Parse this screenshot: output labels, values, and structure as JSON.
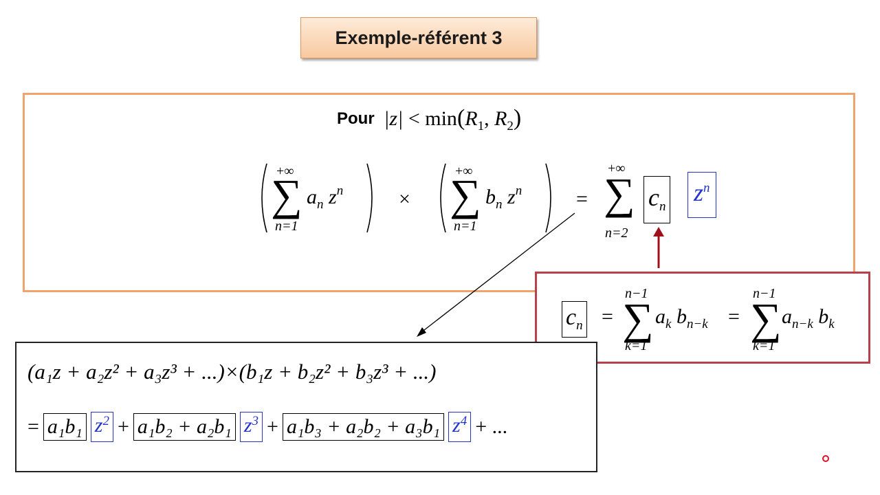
{
  "title": "Exemple-référent 3",
  "condition": {
    "word": "Pour",
    "abs_z": "|z|",
    "lt": "<",
    "min": "min",
    "r1": "R",
    "r1_sub": "1",
    "comma": ",",
    "r2": "R",
    "r2_sub": "2"
  },
  "main_equation": {
    "sum_upper": "+∞",
    "sum1_lower": "n=1",
    "sum2_lower": "n=1",
    "sum3_lower": "n=2",
    "a": "a",
    "b": "b",
    "n": "n",
    "z": "z",
    "times": "×",
    "equals": "=",
    "c": "c",
    "sigma": "∑"
  },
  "cn_formula": {
    "upper": "n−1",
    "lower": "k=1",
    "c": "c",
    "n": "n",
    "a": "a",
    "b": "b",
    "k": "k",
    "nk": "n−k",
    "equals": "=",
    "sigma": "∑"
  },
  "expansion": {
    "line1": "(a₁z + a₂z² + a₃z³ + ...)×(b₁z + b₂z² + b₃z³ + ...)",
    "eq": "=",
    "term1": "a₁b₁",
    "z2": "z",
    "z2_exp": "2",
    "plus": "+",
    "term2": "a₁b₂ + a₂b₁",
    "z3": "z",
    "z3_exp": "3",
    "term3": "a₁b₃ + a₂b₂ + a₃b₁",
    "z4": "z",
    "z4_exp": "4",
    "tail": "+ ..."
  },
  "colors": {
    "title_border": "#e0945a",
    "main_border": "#f0a36a",
    "cn_border": "#b7414a",
    "arrow_red": "#a0101a",
    "blue": "#2233cc",
    "pointer": "#e0102a"
  }
}
